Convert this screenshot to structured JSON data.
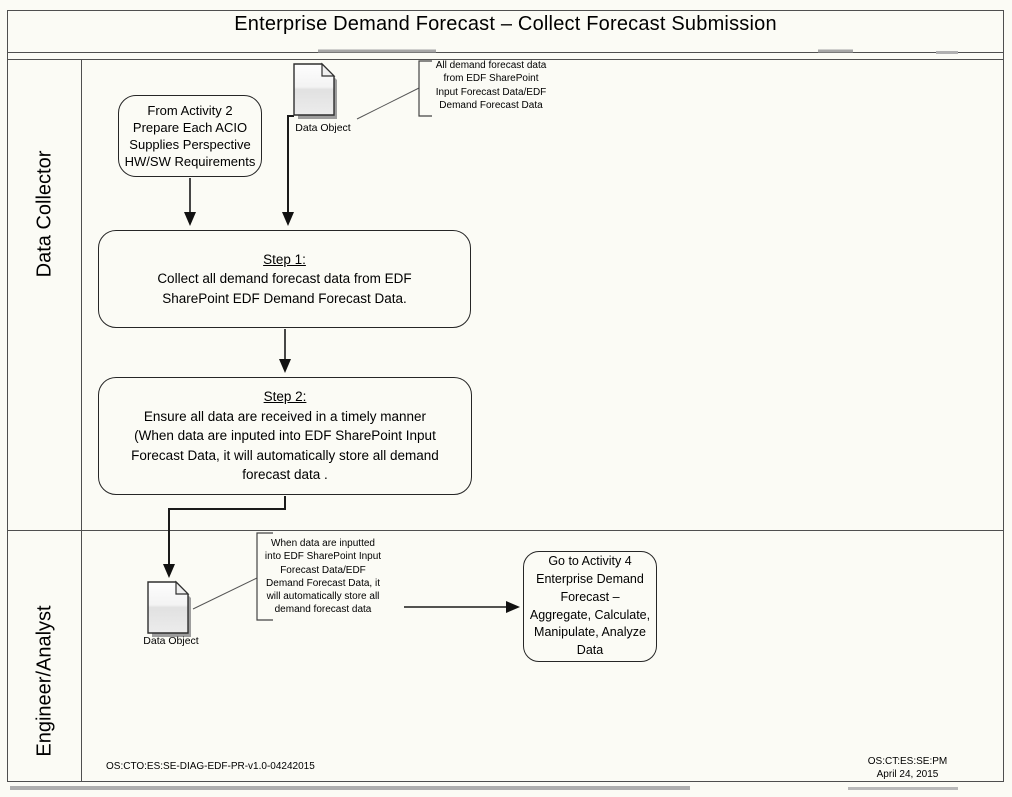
{
  "title": "Enterprise Demand Forecast – Collect Forecast Submission",
  "lanes": [
    {
      "label": "Data Collector"
    },
    {
      "label": "Engineer/Analyst"
    }
  ],
  "nodes": {
    "from_activity2": {
      "lines": [
        "From Activity 2",
        "Prepare Each ACIO",
        "Supplies Perspective",
        "HW/SW Requirements"
      ]
    },
    "data_object_1": {
      "label": "Data Object",
      "icon": "document-icon"
    },
    "annotation_1": {
      "lines": [
        "All demand forecast data",
        "from EDF SharePoint",
        "Input Forecast Data/EDF",
        "Demand Forecast Data"
      ]
    },
    "step1": {
      "heading": "Step 1:",
      "body_lines": [
        "Collect all demand forecast data from EDF",
        "SharePoint EDF Demand Forecast Data."
      ]
    },
    "step2": {
      "heading": "Step 2:",
      "body_lines": [
        "Ensure all data are received in a timely manner",
        "(When data are inputed into EDF SharePoint Input",
        "Forecast Data, it will automatically store all demand",
        "forecast data ."
      ]
    },
    "data_object_2": {
      "label": "Data Object",
      "icon": "document-icon"
    },
    "annotation_2": {
      "lines": [
        "When data are inputted",
        "into EDF SharePoint Input",
        "Forecast Data/EDF",
        "Demand Forecast Data, it",
        "will automatically store all",
        "demand forecast data"
      ]
    },
    "go_to_activity4": {
      "lines": [
        "Go to Activity 4",
        "Enterprise Demand",
        "Forecast –",
        "Aggregate, Calculate,",
        "Manipulate, Analyze",
        "Data"
      ]
    }
  },
  "footer": {
    "document_id": "OS:CTO:ES:SE-DIAG-EDF-PR-v1.0-04242015",
    "right_lines": [
      "OS:CT:ES:SE:PM",
      "April 24, 2015"
    ]
  },
  "colors": {
    "frame_border": "#4f4f4f",
    "connector": "#1a1a1a",
    "shadow": "#aaaaaa"
  }
}
